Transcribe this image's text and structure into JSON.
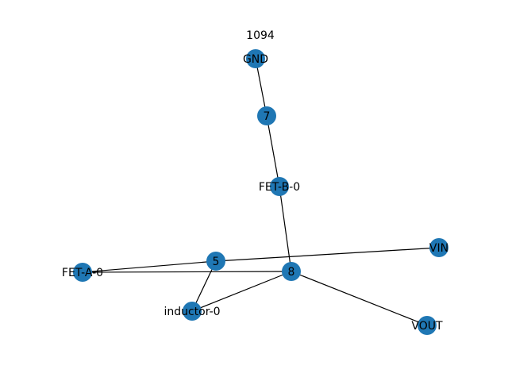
{
  "title": "1094",
  "colors": {
    "node": "#1f77b4",
    "edge": "#000000",
    "background": "#ffffff"
  },
  "nodes": [
    {
      "id": "gnd",
      "label": "GND"
    },
    {
      "id": "n7",
      "label": "7"
    },
    {
      "id": "fetb",
      "label": "FET-B-0"
    },
    {
      "id": "vin",
      "label": "VIN"
    },
    {
      "id": "n5",
      "label": "5"
    },
    {
      "id": "feta",
      "label": "FET-A-0"
    },
    {
      "id": "n8",
      "label": "8"
    },
    {
      "id": "inductor",
      "label": "inductor-0"
    },
    {
      "id": "vout",
      "label": "VOUT"
    }
  ],
  "edges": [
    [
      "gnd",
      "n7"
    ],
    [
      "n7",
      "fetb"
    ],
    [
      "fetb",
      "n8"
    ],
    [
      "n5",
      "vin"
    ],
    [
      "n5",
      "feta"
    ],
    [
      "n5",
      "inductor"
    ],
    [
      "feta",
      "n8"
    ],
    [
      "inductor",
      "n8"
    ],
    [
      "n8",
      "vout"
    ]
  ]
}
